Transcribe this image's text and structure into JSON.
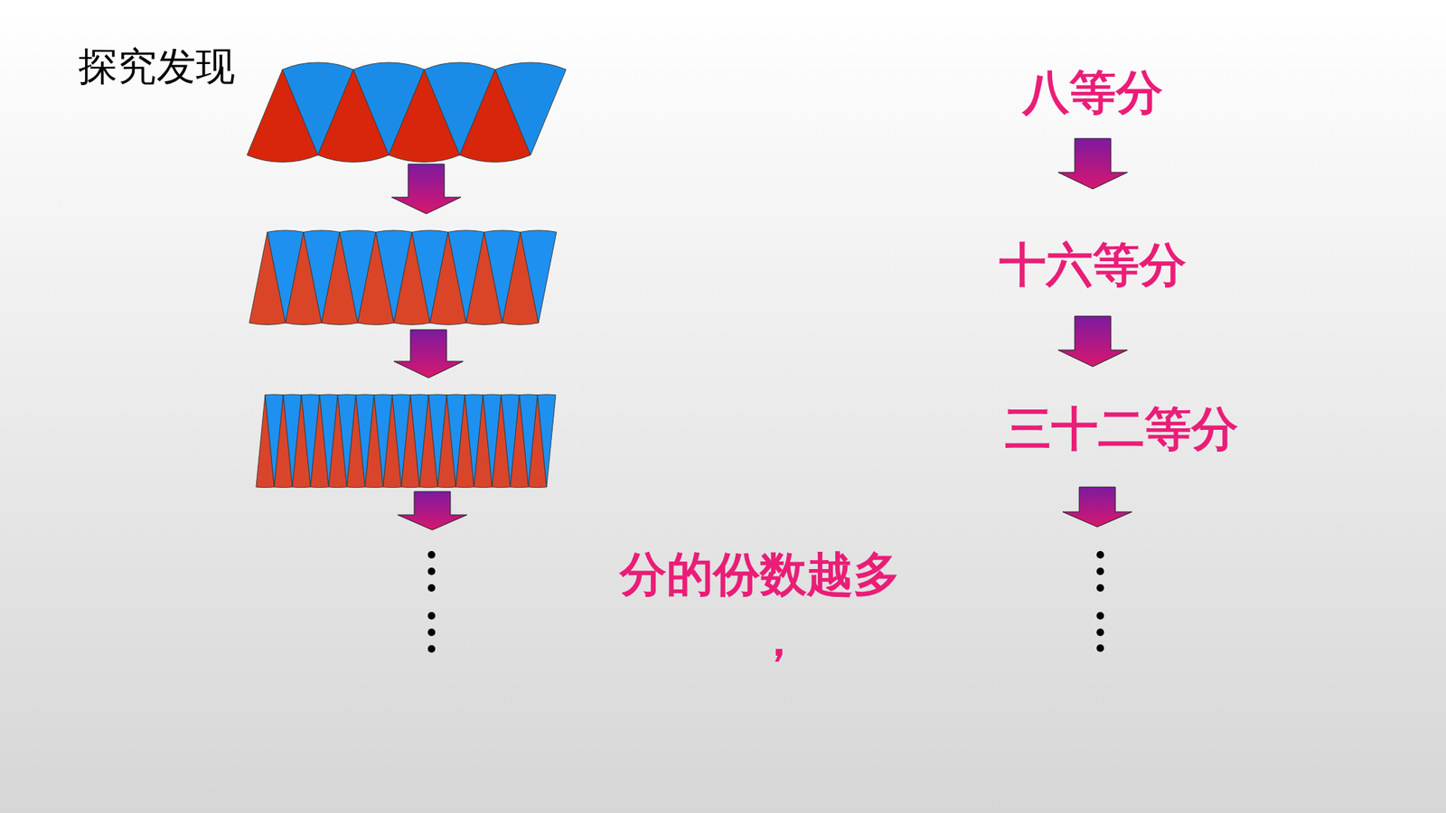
{
  "diagram": {
    "title": "探究发现",
    "nodes": [
      {
        "text": [
          "八等分"
        ]
      },
      {
        "text": [
          "十六等分"
        ]
      },
      {
        "text": [
          "三十二等分"
        ]
      }
    ],
    "edges": [
      {
        "from": 0,
        "to": 1,
        "arrow": "to"
      },
      {
        "from": 1,
        "to": 2,
        "arrow": "to"
      }
    ],
    "labels": [
      "分的份数越多",
      "，"
    ]
  }
}
